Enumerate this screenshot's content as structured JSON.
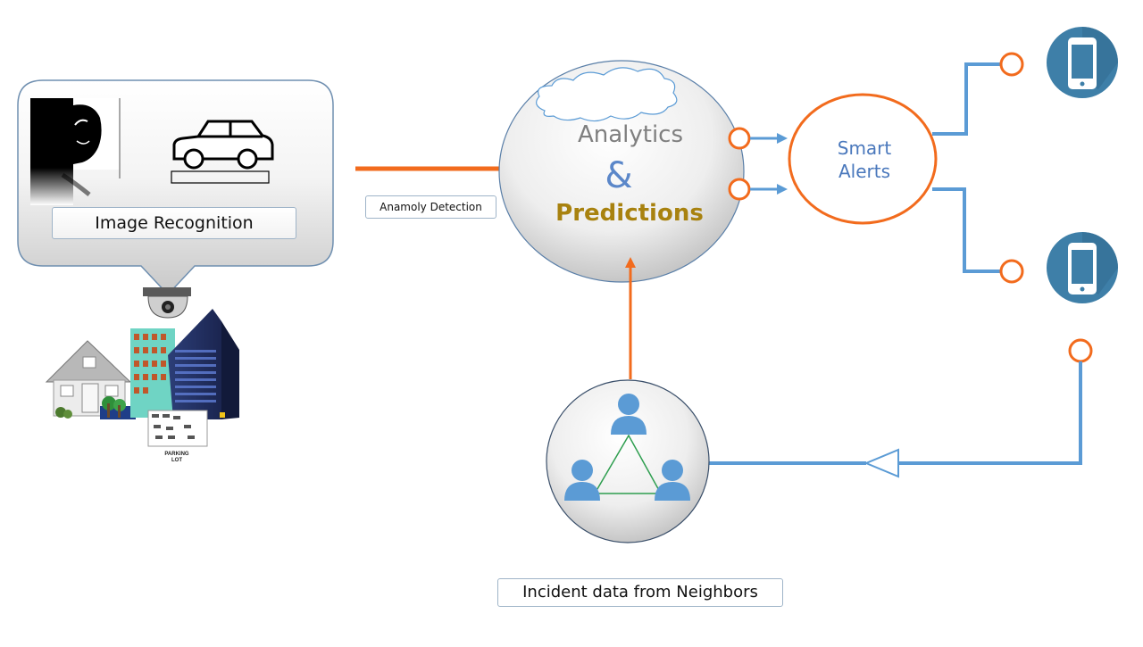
{
  "image_recognition": {
    "label": "Image Recognition"
  },
  "anomaly": {
    "label": "Anamoly Detection"
  },
  "hub": {
    "line1": "Analytics",
    "amp": "&",
    "line2": "Predictions"
  },
  "alerts": {
    "line1": "Smart",
    "line2": "Alerts"
  },
  "neighbors": {
    "label": "Incident data from Neighbors"
  },
  "parking": {
    "line1": "PARKING",
    "line2": "LOT"
  },
  "colors": {
    "orange": "#f26b1d",
    "blue": "#5b9bd5",
    "person": "#5b9bd5",
    "triangle": "#2e9e4f",
    "phone_bg": "#3e7fa8"
  }
}
